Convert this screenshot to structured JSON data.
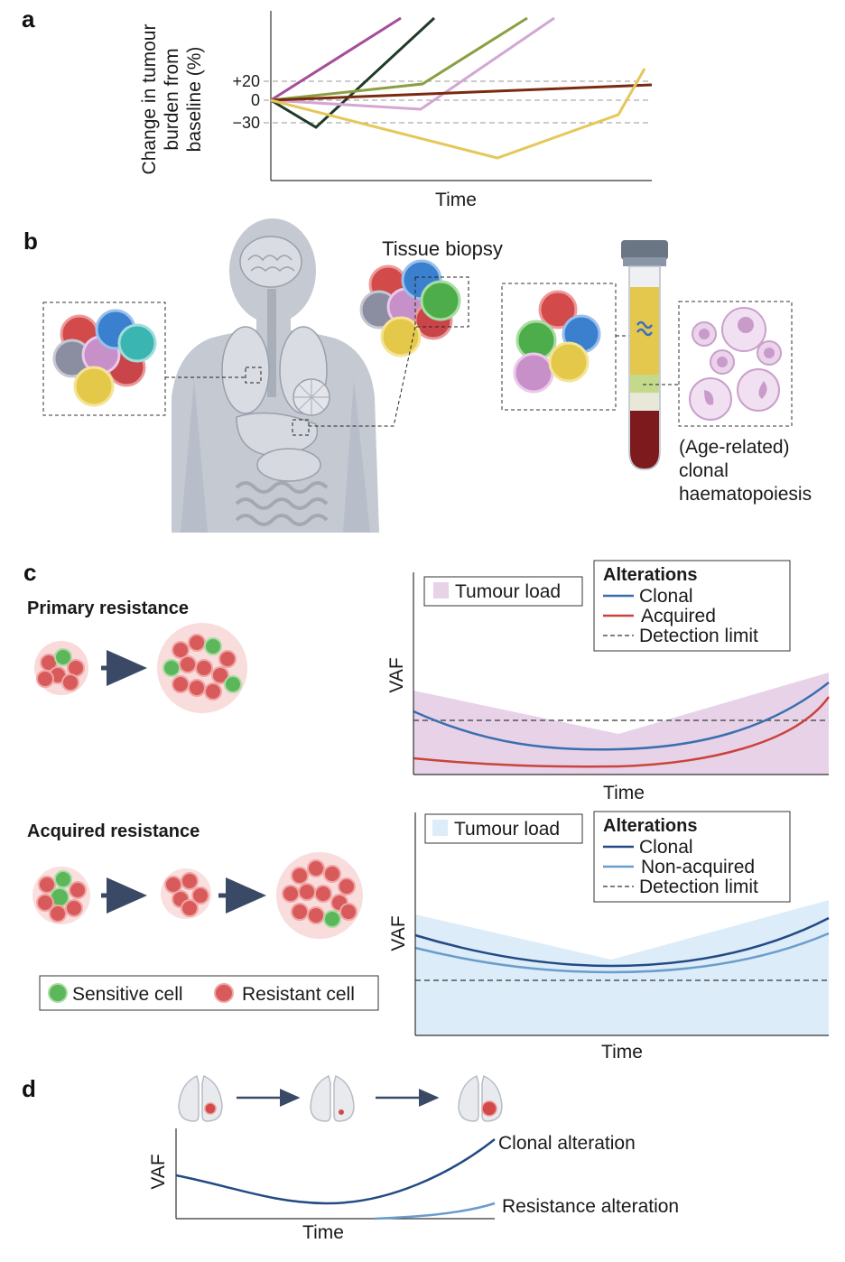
{
  "panels": {
    "a": "a",
    "b": "b",
    "c": "c",
    "d": "d"
  },
  "panel_a": {
    "ylabel_lines": [
      "Change in tumour",
      "burden from",
      "baseline (%)"
    ],
    "xlabel": "Time",
    "ticks": [
      "+20",
      "0",
      "−30"
    ],
    "colors": {
      "purple": "#a54e98",
      "darkgreen": "#1f3b27",
      "olive": "#8aa040",
      "pink": "#d3a6d3",
      "brown": "#7a2a10",
      "yellow": "#e6c75a"
    }
  },
  "panel_b": {
    "tissue_biopsy": "Tissue biopsy",
    "chip_lines": [
      "(Age-related)",
      "clonal",
      "haematopoiesis"
    ]
  },
  "panel_c": {
    "primary_title": "Primary resistance",
    "acquired_title": "Acquired resistance",
    "legend_sensitive": "Sensitive cell",
    "legend_resistant": "Resistant cell",
    "chart1": {
      "tumour_load": "Tumour load",
      "alterations_title": "Alterations",
      "series": [
        "Clonal",
        "Acquired",
        "Detection limit"
      ],
      "ylabel": "VAF",
      "xlabel": "Time",
      "colors": {
        "fill": "#e7d2e8",
        "clonal": "#3a6fae",
        "acquired": "#c9443c",
        "limit": "#555"
      }
    },
    "chart2": {
      "tumour_load": "Tumour load",
      "alterations_title": "Alterations",
      "series": [
        "Clonal",
        "Non-acquired",
        "Detection limit"
      ],
      "ylabel": "VAF",
      "xlabel": "Time",
      "colors": {
        "fill": "#dcecf8",
        "clonal": "#234a85",
        "nonacquired": "#6a9ccc",
        "limit": "#555"
      }
    }
  },
  "panel_d": {
    "ylabel": "VAF",
    "xlabel": "Time",
    "clonal_label": "Clonal alteration",
    "resistance_label": "Resistance alteration"
  }
}
